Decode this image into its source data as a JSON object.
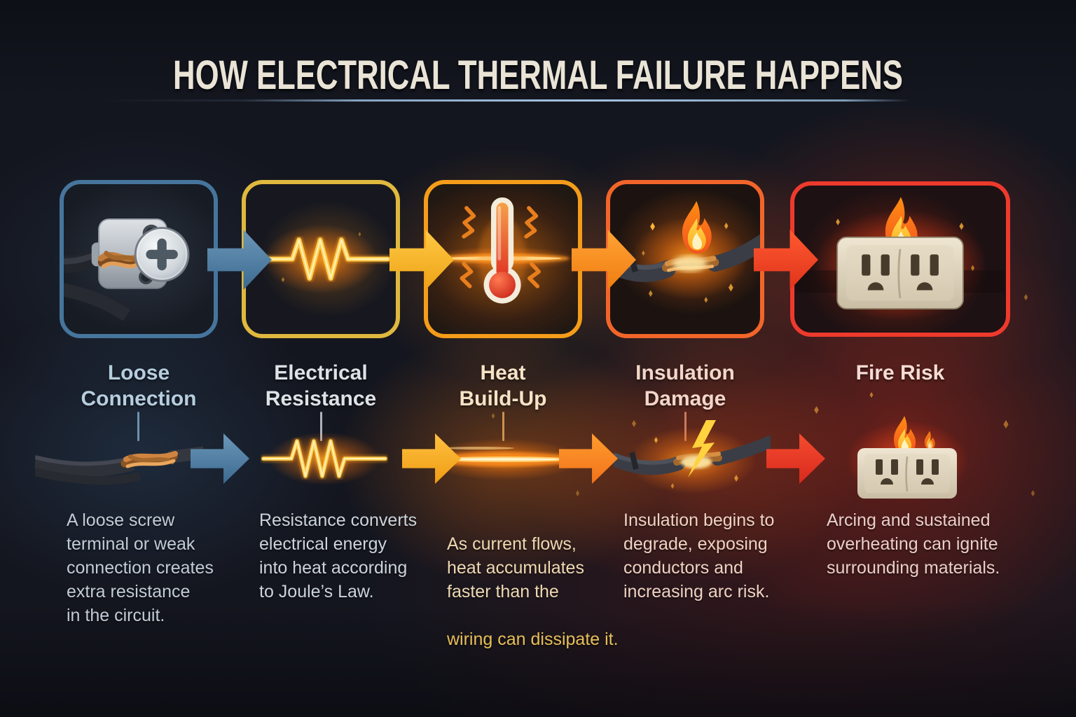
{
  "title": "HOW ELECTRICAL THERMAL FAILURE HAPPENS",
  "colors": {
    "background": "#14161f",
    "title_text": "#eae4d7",
    "divider": "#9cc0e0",
    "top_arrows": [
      "#4d7ea4",
      "#f2b32b",
      "#f78c1e",
      "#ef4424"
    ],
    "bottom_arrows": [
      "#4d7ea4",
      "#f0a226",
      "#f78c1e",
      "#e83a22"
    ]
  },
  "stages": [
    {
      "name": "Loose Connection",
      "title_lines": [
        "Loose",
        "Connection"
      ],
      "title_color": "#b6cddd",
      "description_lines": [
        "A loose screw",
        "terminal or weak",
        "connection creates",
        "extra resistance",
        "in the circuit."
      ],
      "text_color": "#c2ccd6",
      "border_color": "#46759c",
      "icon": "loose-screw-terminal-icon",
      "flow_icon": "frayed-wire-icon"
    },
    {
      "name": "Electrical Resistance",
      "title_lines": [
        "Electrical",
        "Resistance"
      ],
      "title_color": "#dde2e6",
      "description_lines": [
        "Resistance converts",
        "electrical energy",
        "into heat according",
        "to Joule’s Law."
      ],
      "text_color": "#ccd3da",
      "border_color": "#dfb83e",
      "icon": "glowing-resistor-icon",
      "flow_icon": "glowing-resistor-small-icon"
    },
    {
      "name": "Heat Build-Up",
      "title_lines": [
        "Heat",
        "Build-Up"
      ],
      "title_color": "#f6e2c6",
      "description_lines": [
        "As current flows,",
        "heat accumulates",
        "faster than the"
      ],
      "description_highlight": "wiring can dissipate it.",
      "highlight_color": "#e7bf58",
      "text_color": "#eed9b2",
      "border_color": "#f59c1a",
      "icon": "thermometer-icon",
      "flow_icon": "hot-wire-glow-icon"
    },
    {
      "name": "Insulation Damage",
      "title_lines": [
        "Insulation",
        "Damage"
      ],
      "title_color": "#f3d6c9",
      "description_lines": [
        "Insulation begins to",
        "degrade, exposing",
        "conductors and",
        "increasing arc risk."
      ],
      "text_color": "#efd2c2",
      "border_color": "#f2652a",
      "icon": "burning-cable-icon",
      "flow_icon": "arcing-cable-icon"
    },
    {
      "name": "Fire Risk",
      "title_lines": [
        "Fire Risk"
      ],
      "title_color": "#f5dcd3",
      "description_lines": [
        "Arcing and sustained",
        "overheating can ignite",
        "surrounding materials."
      ],
      "text_color": "#eacfc8",
      "border_color": "#ee3a2d",
      "icon": "outlet-fire-icon",
      "flow_icon": "burning-outlet-small-icon"
    }
  ]
}
